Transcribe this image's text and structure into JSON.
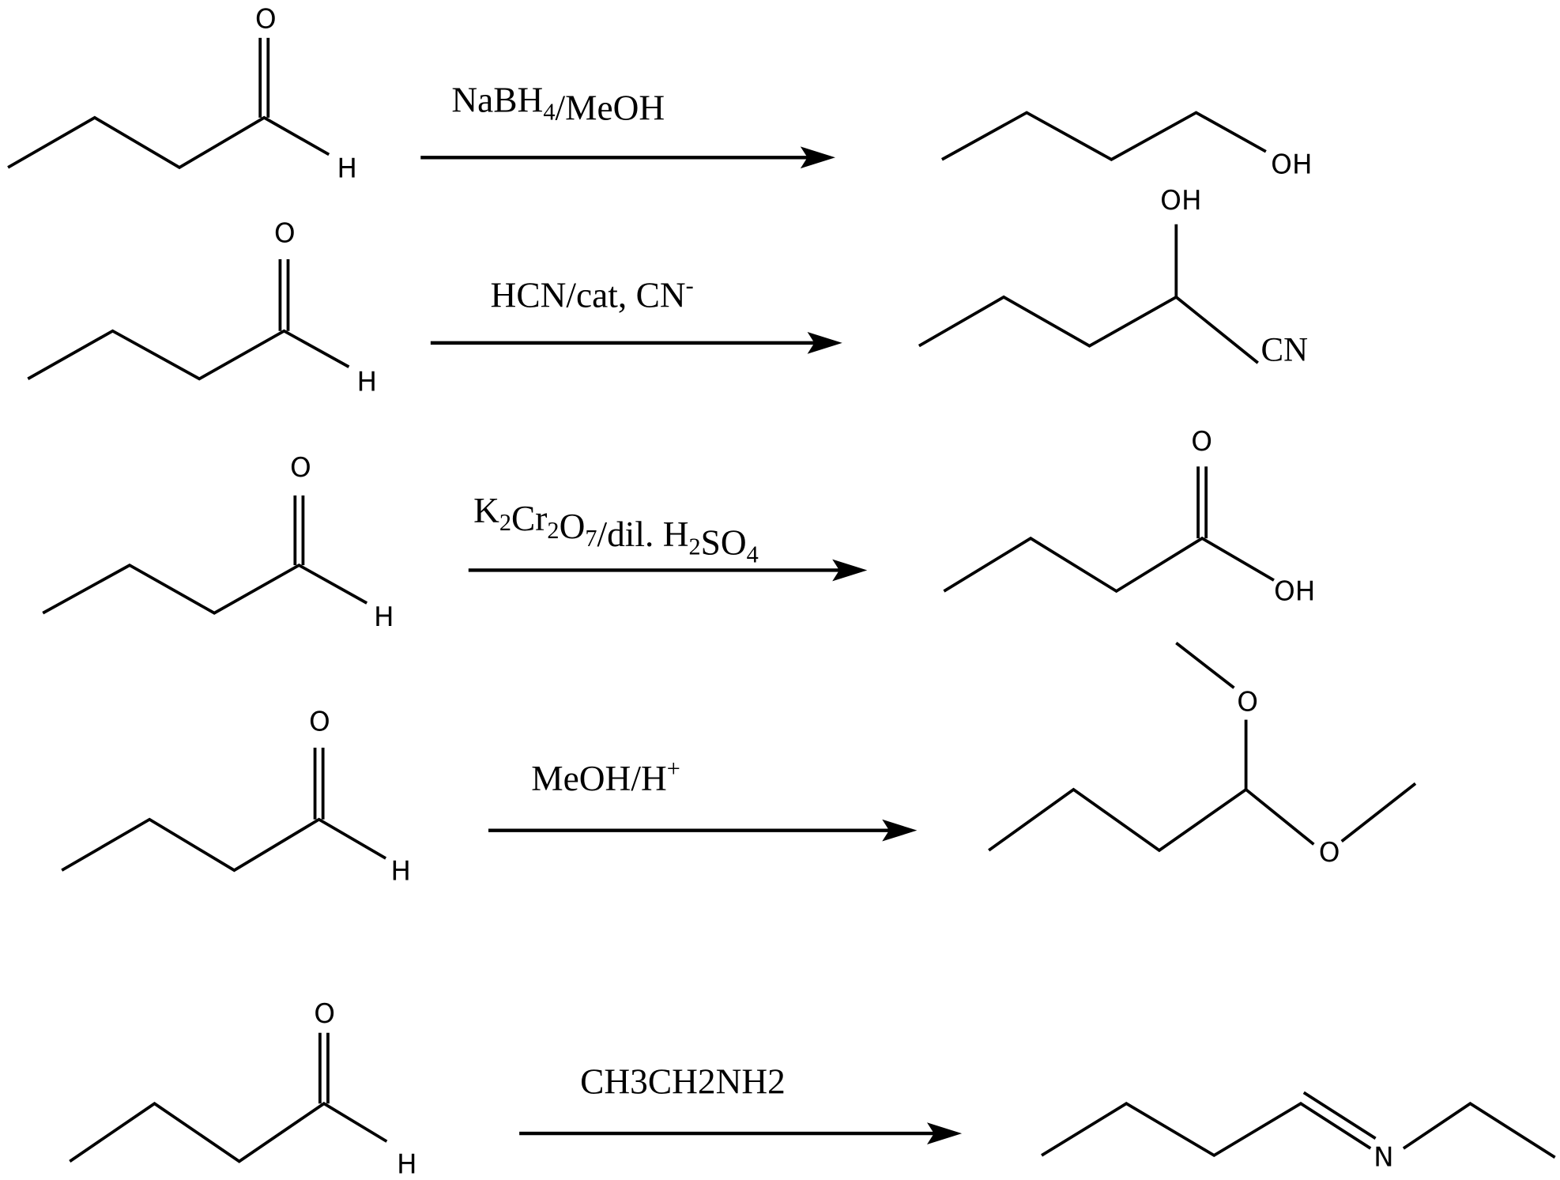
{
  "title": "Reactions of butanal",
  "reactions": [
    {
      "reactant": {
        "name": "butanal",
        "atoms": {
          "O": "O",
          "H": "H"
        }
      },
      "reagent": {
        "parts": [
          {
            "t": "NaBH"
          },
          {
            "t": "4",
            "sub": true
          },
          {
            "t": "/MeOH"
          }
        ]
      },
      "product": {
        "name": "butan-1-ol",
        "atoms": {
          "OH": "OH"
        }
      }
    },
    {
      "reactant": {
        "name": "butanal",
        "atoms": {
          "O": "O",
          "H": "H"
        }
      },
      "reagent": {
        "parts": [
          {
            "t": "HCN/cat, CN"
          },
          {
            "t": "-",
            "sup": true
          }
        ]
      },
      "product": {
        "name": "2-hydroxypentanenitrile",
        "atoms": {
          "OH": "OH",
          "CN": "CN"
        }
      }
    },
    {
      "reactant": {
        "name": "butanal",
        "atoms": {
          "O": "O",
          "H": "H"
        }
      },
      "reagent": {
        "parts": [
          {
            "t": "K"
          },
          {
            "t": "2",
            "sub": true
          },
          {
            "t": "Cr"
          },
          {
            "t": "2",
            "sub": true
          },
          {
            "t": "O"
          },
          {
            "t": "7",
            "sub": true
          },
          {
            "t": "/dil. H"
          },
          {
            "t": "2",
            "sub": true
          },
          {
            "t": "SO"
          },
          {
            "t": "4",
            "sub": true
          }
        ]
      },
      "product": {
        "name": "butanoic acid",
        "atoms": {
          "O": "O",
          "OH": "OH"
        }
      }
    },
    {
      "reactant": {
        "name": "butanal",
        "atoms": {
          "O": "O",
          "H": "H"
        }
      },
      "reagent": {
        "parts": [
          {
            "t": "MeOH/H"
          },
          {
            "t": "+",
            "sup": true
          }
        ]
      },
      "product": {
        "name": "1,1-dimethoxybutane",
        "atoms": {
          "O1": "O",
          "O2": "O"
        }
      }
    },
    {
      "reactant": {
        "name": "butanal",
        "atoms": {
          "O": "O",
          "H": "H"
        }
      },
      "reagent": {
        "parts": [
          {
            "t": "CH3CH2NH2"
          }
        ]
      },
      "product": {
        "name": "N-ethylbutan-1-imine",
        "atoms": {
          "N": "N"
        }
      }
    }
  ]
}
